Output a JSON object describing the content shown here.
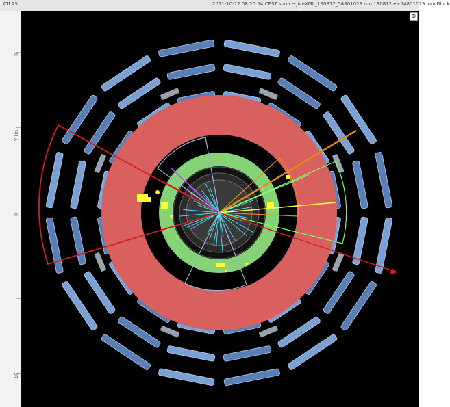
{
  "app": {
    "title": "ATLAS",
    "event_info": "2011-10-12 08:20:54 CEST source:JiveXML_190872_54801029 run:190872 ev:54801029 lumiBlock"
  },
  "ruler": {
    "labels": [
      "0",
      "Y (m)",
      "0",
      "-10"
    ]
  },
  "controls": {
    "zoom_label": "⊕"
  },
  "colors": {
    "background": "#000000",
    "muon_chamber": "#6f93c6",
    "calorimeter_hadronic": "#d8615f",
    "calorimeter_em": "#86d276",
    "inner_detector": "#333333",
    "jet_cone_red": "#d31f1f",
    "jet_cone_orange": "#e58a1a",
    "jet_cone_light": "#9ab3d6",
    "track_cyan": "#4fe2ff",
    "track_green": "#7cff6b",
    "track_yellow": "#ffff4d",
    "track_magenta": "#c648ff",
    "energy_yellow": "#ffff33"
  }
}
